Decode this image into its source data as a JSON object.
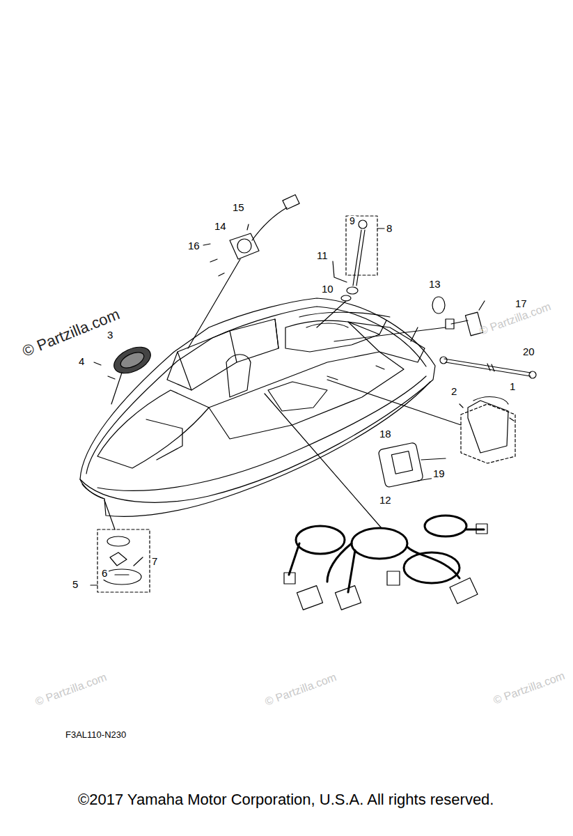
{
  "diagram": {
    "caption": "©2017 Yamaha Motor Corporation, U.S.A. All rights reserved.",
    "labels": [
      "15",
      "14",
      "16",
      "9",
      "8",
      "11",
      "10",
      "13",
      "17",
      "3",
      "4",
      "20",
      "2",
      "1",
      "18",
      "19",
      "12",
      "6",
      "7",
      "5",
      "F3AL110-N230",
      "© Partzilla.com",
      "© Partzilla.com",
      "© Partzilla.com",
      "© Partzilla.com",
      "© Partzilla.com"
    ]
  }
}
